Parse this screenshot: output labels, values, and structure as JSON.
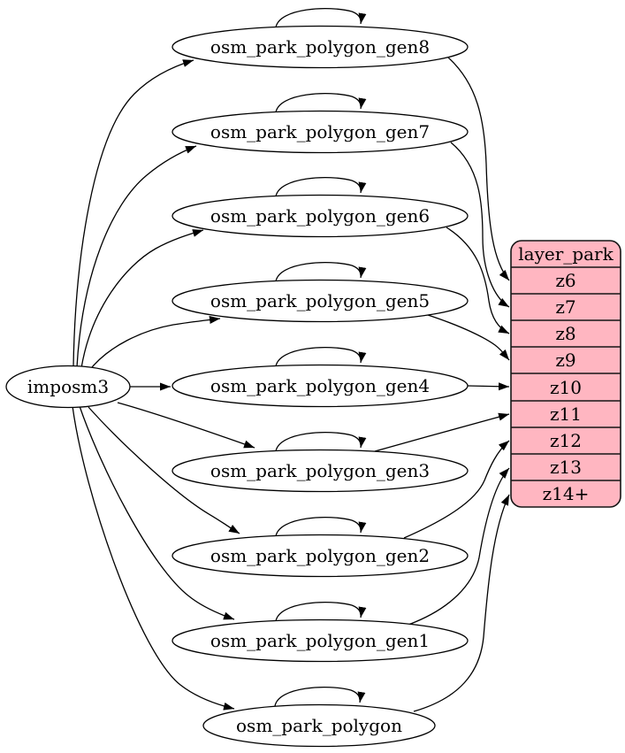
{
  "diagram": {
    "type": "graphviz-digraph",
    "source": {
      "label": "imposm3"
    },
    "tables": [
      {
        "label": "osm_park_polygon_gen8",
        "zoom_row": "z6"
      },
      {
        "label": "osm_park_polygon_gen7",
        "zoom_row": "z7"
      },
      {
        "label": "osm_park_polygon_gen6",
        "zoom_row": "z8"
      },
      {
        "label": "osm_park_polygon_gen5",
        "zoom_row": "z9"
      },
      {
        "label": "osm_park_polygon_gen4",
        "zoom_row": "z10"
      },
      {
        "label": "osm_park_polygon_gen3",
        "zoom_row": "z11"
      },
      {
        "label": "osm_park_polygon_gen2",
        "zoom_row": "z12"
      },
      {
        "label": "osm_park_polygon_gen1",
        "zoom_row": "z13"
      },
      {
        "label": "osm_park_polygon",
        "zoom_row": "z14+"
      }
    ],
    "layer": {
      "title": "layer_park",
      "rows": [
        "z6",
        "z7",
        "z8",
        "z9",
        "z10",
        "z11",
        "z12",
        "z13",
        "z14+"
      ]
    },
    "colors": {
      "layer_fill": "#ffb6c1",
      "node_fill": "#ffffff",
      "edge": "#000000"
    }
  }
}
